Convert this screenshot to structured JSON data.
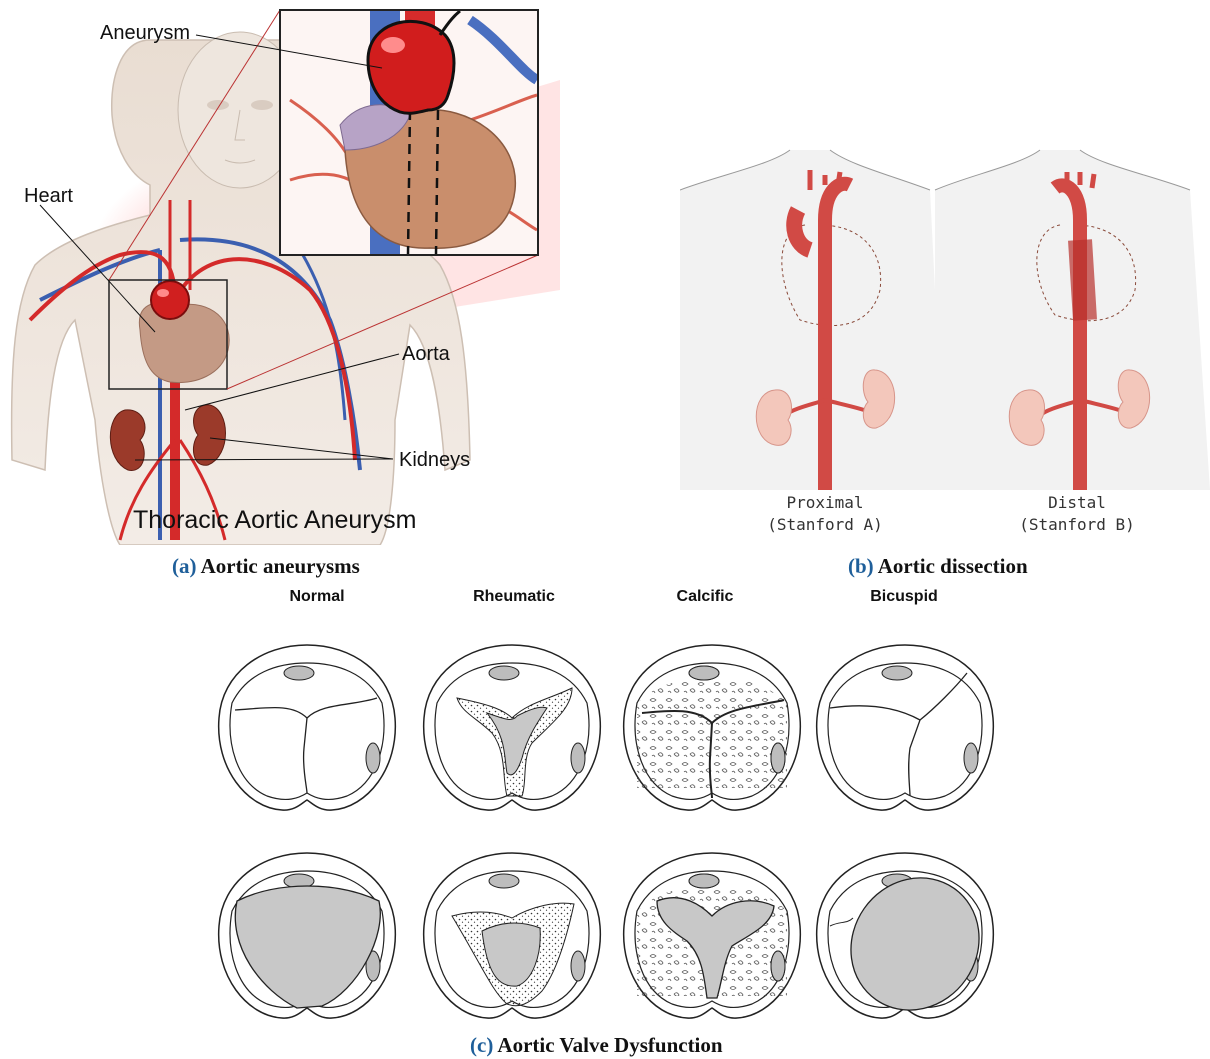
{
  "panel_a": {
    "caption_tag": "(a)",
    "caption_text": "Aortic aneurysms",
    "labels": {
      "aneurysm": "Aneurysm",
      "heart": "Heart",
      "aorta": "Aorta",
      "kidneys": "Kidneys",
      "title": "Thoracic Aortic Aneurysm"
    }
  },
  "panel_b": {
    "caption_tag": "(b)",
    "caption_text": "Aortic dissection",
    "left_label_1": "Proximal",
    "left_label_2": "(Stanford A)",
    "right_label_1": "Distal",
    "right_label_2": "(Stanford B)"
  },
  "panel_c": {
    "caption_tag": "(c)",
    "caption_text": "Aortic Valve Dysfunction",
    "columns": [
      "Normal",
      "Rheumatic",
      "Calcific",
      "Bicuspid"
    ]
  },
  "colors": {
    "artery": "#d42a2a",
    "vein": "#3b5fb0",
    "valve_fill": "#c8c8c8",
    "caption_tag": "#1f5f9a"
  }
}
